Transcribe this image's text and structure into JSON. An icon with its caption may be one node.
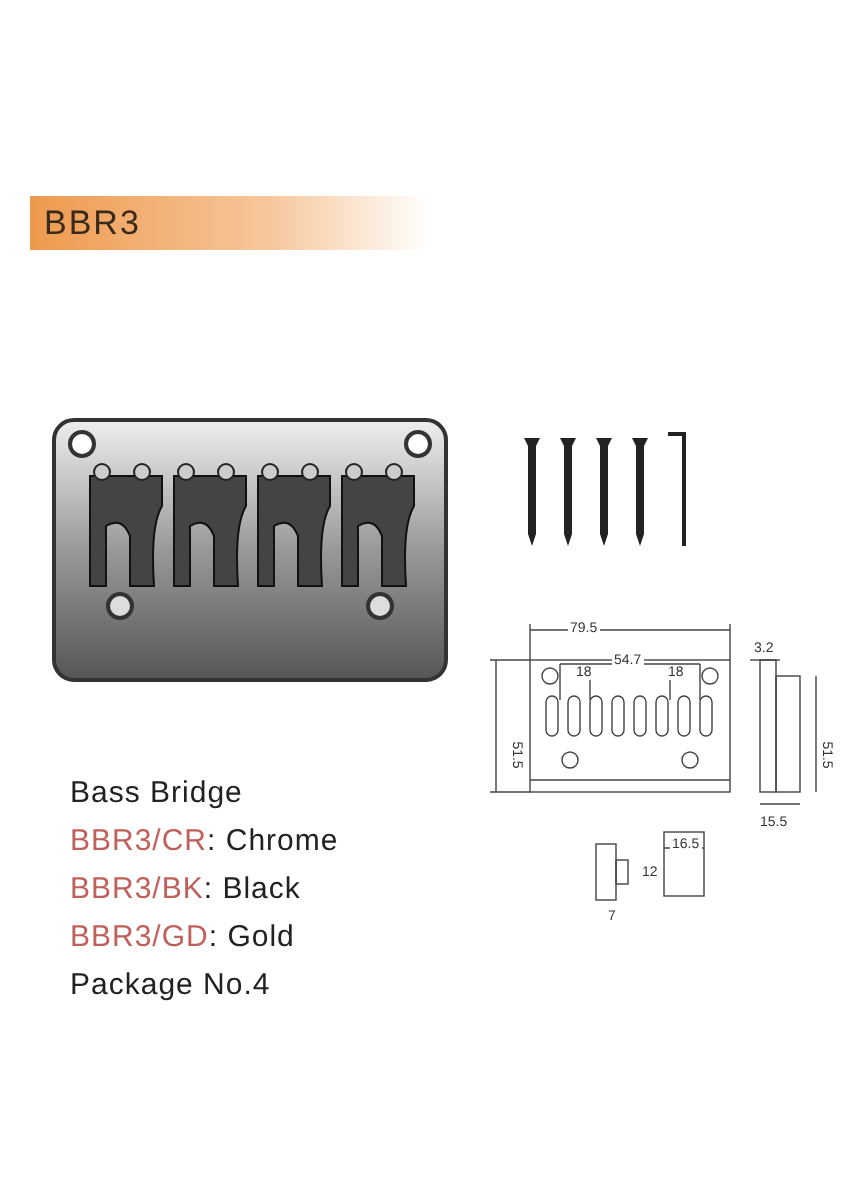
{
  "diagram": {
    "title": "BBR3",
    "labels": [
      "79.5",
      "54.7",
      "18",
      "18",
      "3.2",
      "51.5",
      "51.5",
      "15.5",
      "16.5",
      "12",
      "7",
      "Bass Bridge",
      "BBR3/CR: Chrome",
      "BBR3/BK: Black",
      "BBR3/GD: Gold",
      "Package No.4"
    ]
  }
}
